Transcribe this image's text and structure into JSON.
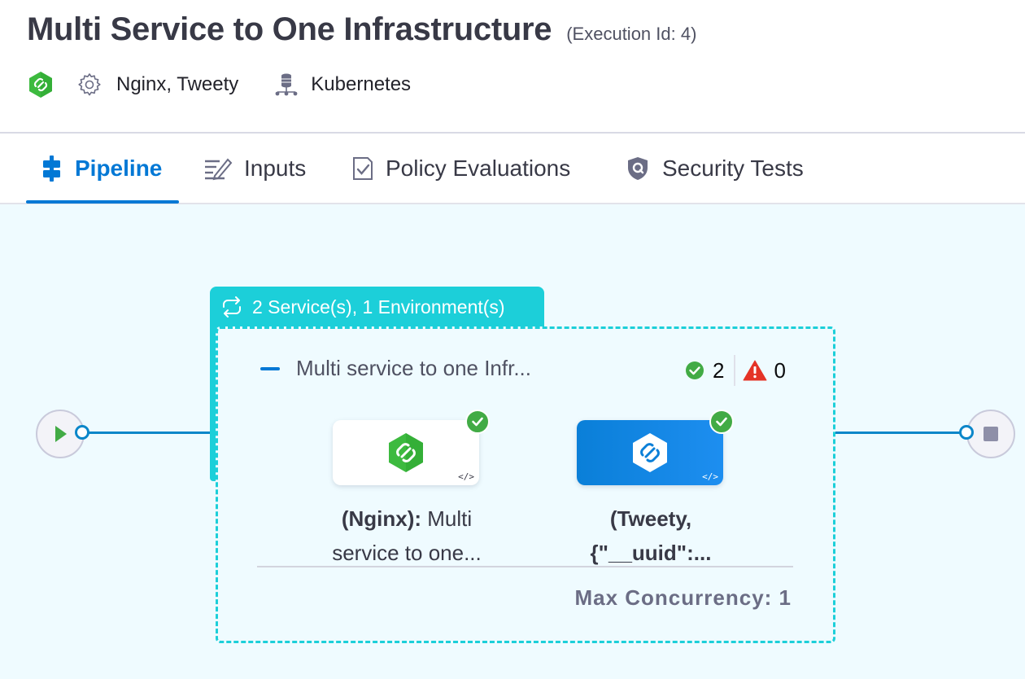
{
  "header": {
    "title": "Multi Service to One Infrastructure",
    "execution_id": "(Execution Id: 4)",
    "services": "Nginx, Tweety",
    "infrastructure": "Kubernetes"
  },
  "tabs": [
    {
      "label": "Pipeline",
      "active": true,
      "icon": "pipeline-icon"
    },
    {
      "label": "Inputs",
      "active": false,
      "icon": "inputs-icon"
    },
    {
      "label": "Policy Evaluations",
      "active": false,
      "icon": "policy-icon"
    },
    {
      "label": "Security Tests",
      "active": false,
      "icon": "shield-icon"
    }
  ],
  "pipeline": {
    "matrix_label": "2 Service(s), 1 Environment(s)",
    "stage_name": "Multi service to one Infr...",
    "success_count": "2",
    "warning_count": "0",
    "nodes": [
      {
        "bold": "(Nginx):",
        "rest": " Multi",
        "line2": "service to one...",
        "style": "white",
        "status": "success"
      },
      {
        "bold": "(Tweety,",
        "rest": "",
        "line2": "{\"__uuid\":...",
        "line2_bold": true,
        "style": "blue",
        "status": "success"
      }
    ],
    "max_concurrency": "Max Concurrency: 1"
  },
  "colors": {
    "accent": "#0278d5",
    "matrix": "#1ccfd9",
    "success": "#42ab45",
    "warning": "#e43326",
    "canvas": "#effbff"
  }
}
